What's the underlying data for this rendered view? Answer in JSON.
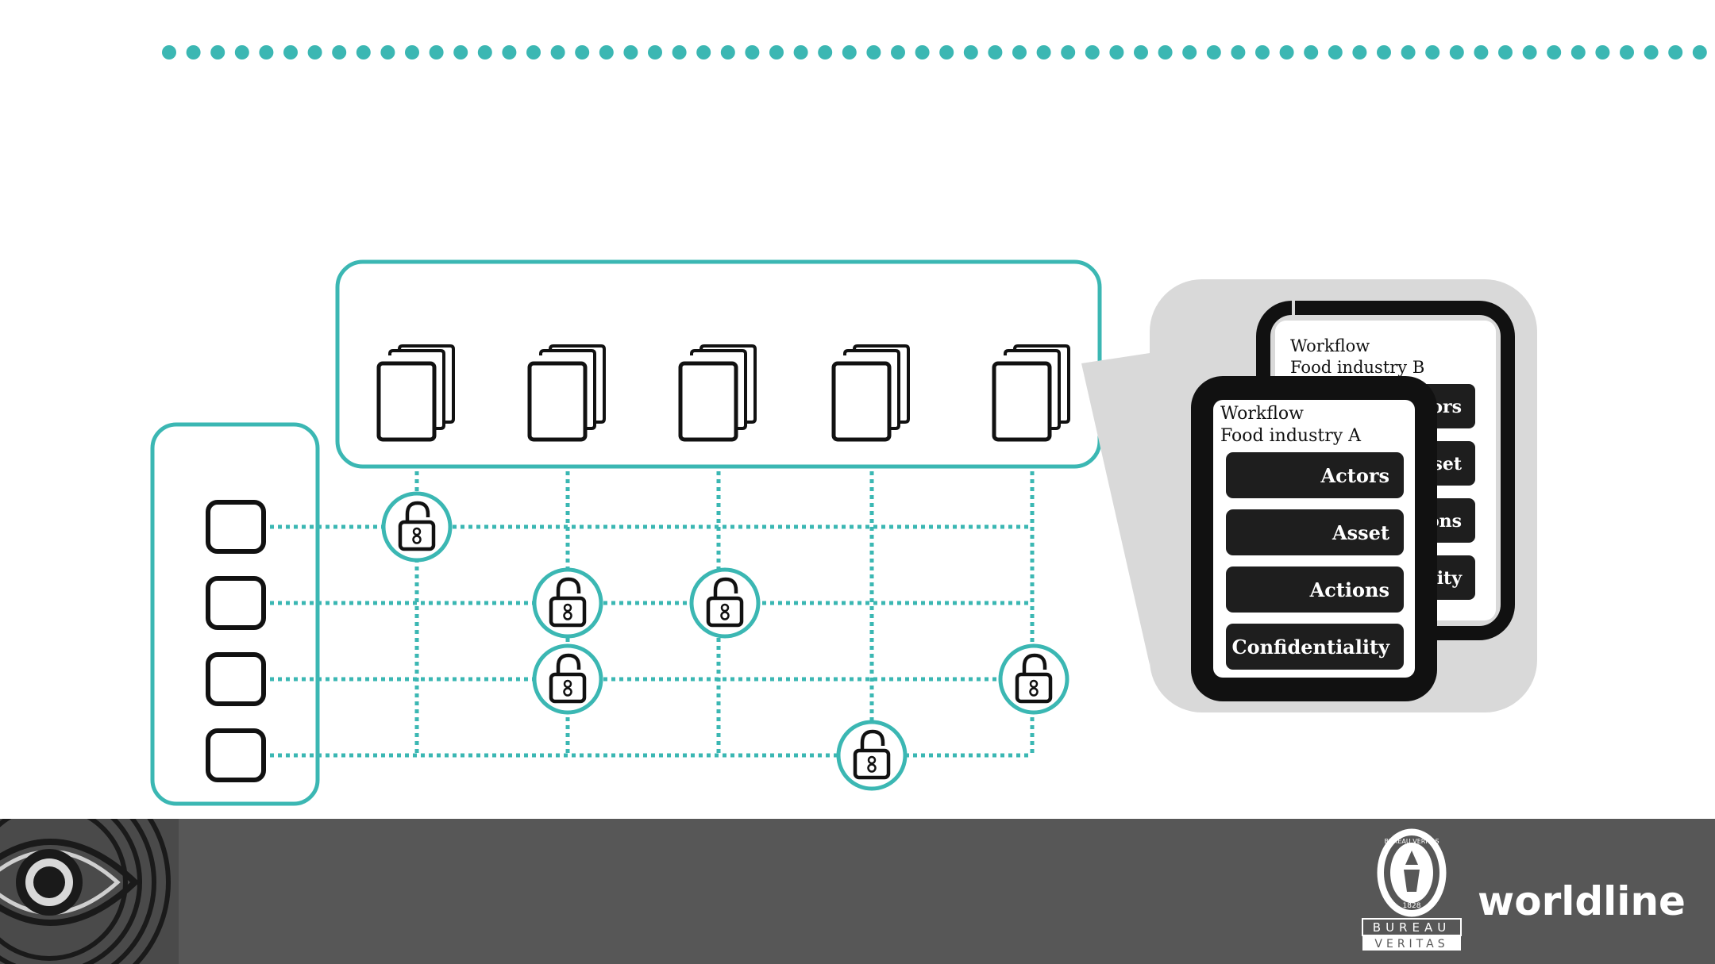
{
  "colors": {
    "accent": "#3bb7b3",
    "footer_bg": "#575757",
    "bubble_bg": "#d9d9d9",
    "card_frame": "#111111",
    "button_bg": "#1e1e1e"
  },
  "diagram": {
    "documents": [
      "document-icon",
      "document-icon",
      "document-icon",
      "document-icon",
      "document-icon"
    ],
    "participants": [
      "participant-box",
      "participant-box",
      "participant-box",
      "participant-box"
    ],
    "access_grants": [
      {
        "participant": 0,
        "document": 0,
        "icon": "open-lock-icon"
      },
      {
        "participant": 1,
        "document": 1,
        "icon": "open-lock-icon"
      },
      {
        "participant": 1,
        "document": 2,
        "icon": "open-lock-icon"
      },
      {
        "participant": 2,
        "document": 1,
        "icon": "open-lock-icon"
      },
      {
        "participant": 2,
        "document": 4,
        "icon": "open-lock-icon"
      },
      {
        "participant": 3,
        "document": 3,
        "icon": "open-lock-icon"
      }
    ]
  },
  "workflow_card_back": {
    "title": "Workflow",
    "subtitle": "Food industry B",
    "items": [
      "ors",
      "set",
      "ons",
      "ity"
    ]
  },
  "workflow_card_front": {
    "title": "Workflow",
    "subtitle": "Food industry A",
    "items": [
      "Actors",
      "Asset",
      "Actions",
      "Confidentiality"
    ]
  },
  "footer": {
    "left_icon": "eye-icon",
    "certification_logo": {
      "ring_text": "BUREAU VERITAS",
      "year": "1828",
      "line1": "BUREAU",
      "line2": "VERITAS"
    },
    "brand_logo": "worldline"
  }
}
